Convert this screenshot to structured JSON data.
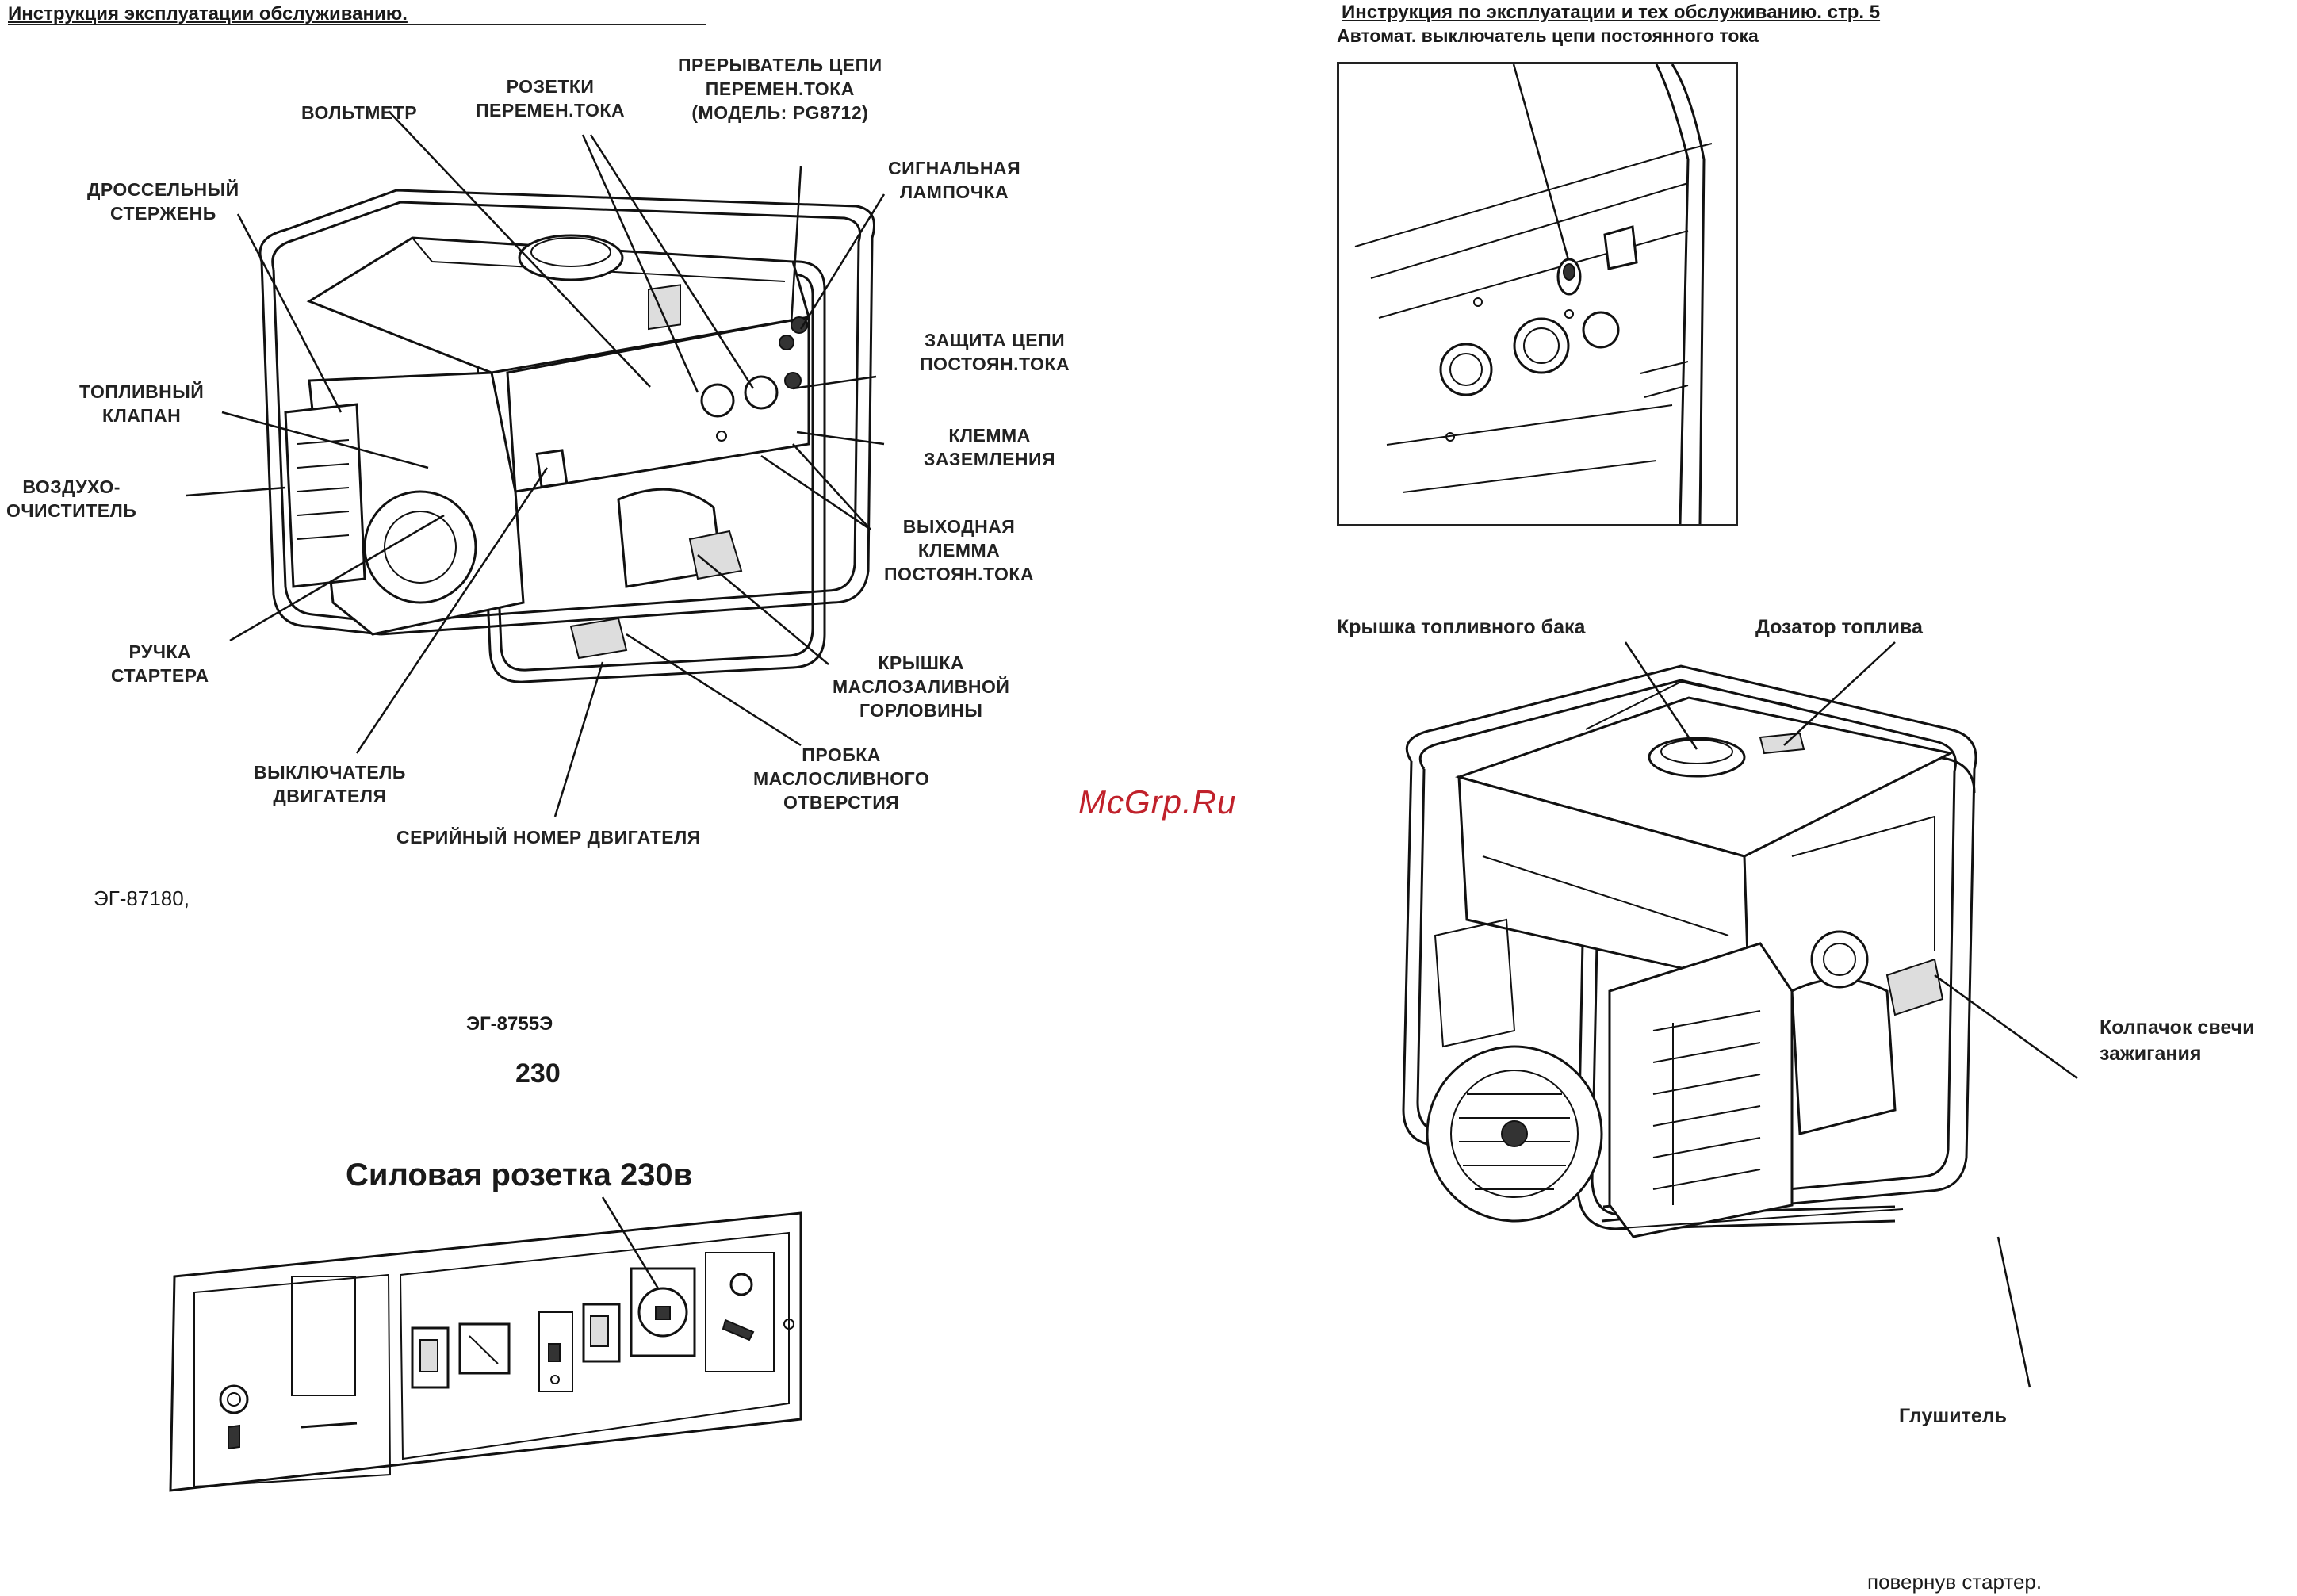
{
  "left_page": {
    "header": "Инструкция эксплуатации обслуживанию.",
    "labels": {
      "voltmeter": "ВОЛЬТМЕТР",
      "ac_outlets": "РОЗЕТКИ\nПЕРЕМЕН.ТОКА",
      "ac_breaker": "ПРЕРЫВАТЕЛЬ ЦЕПИ\nПЕРЕМЕН.ТОКА\n(МОДЕЛЬ: PG8712)",
      "choke": "ДРОССЕЛЬНЫЙ\nСТЕРЖЕНЬ",
      "signal_lamp": "СИГНАЛЬНАЯ\nЛАМПОЧКА",
      "dc_protection": "ЗАЩИТА ЦЕПИ\nПОСТОЯН.ТОКА",
      "fuel_valve": "ТОПЛИВНЫЙ\nКЛАПАН",
      "ground_terminal": "КЛЕММА\nЗАЗЕМЛЕНИЯ",
      "air_cleaner": "ВОЗДУХО-\nОЧИСТИТЕЛЬ",
      "dc_output": "ВЫХОДНАЯ\nКЛЕММА\nПОСТОЯН.ТОКА",
      "starter_grip": "РУЧКА\nСТАРТЕРА",
      "oil_filler_cap": "КРЫШКА\nМАСЛОЗАЛИВНОЙ\nГОРЛОВИНЫ",
      "oil_drain_plug": "ПРОБКА\nМАСЛОСЛИВНОГО\nОТВЕРСТИЯ",
      "engine_switch": "ВЫКЛЮЧАТЕЛЬ\nДВИГАТЕЛЯ",
      "engine_serial": "СЕРИЙНЫЙ НОМЕР ДВИГАТЕЛЯ"
    },
    "caption_model_1": "ЭГ-87180,",
    "caption_model_2": "ЭГ-8755Э",
    "caption_voltage": "230",
    "panel_title": "Силовая розетка 230в"
  },
  "watermark": "McGrp.Ru",
  "right_page": {
    "header": "Инструкция по эксплуатации и тех обслуживанию. стр. 5",
    "subheader": "Автомат. выключатель цепи постоянного тока",
    "labels": {
      "fuel_cap": "Крышка топливного бака",
      "fuel_gauge": "Дозатор топлива",
      "spark_plug_cap": "Колпачок свечи\nзажигания",
      "muffler": "Глушитель"
    },
    "footer": "повернув стартер."
  }
}
